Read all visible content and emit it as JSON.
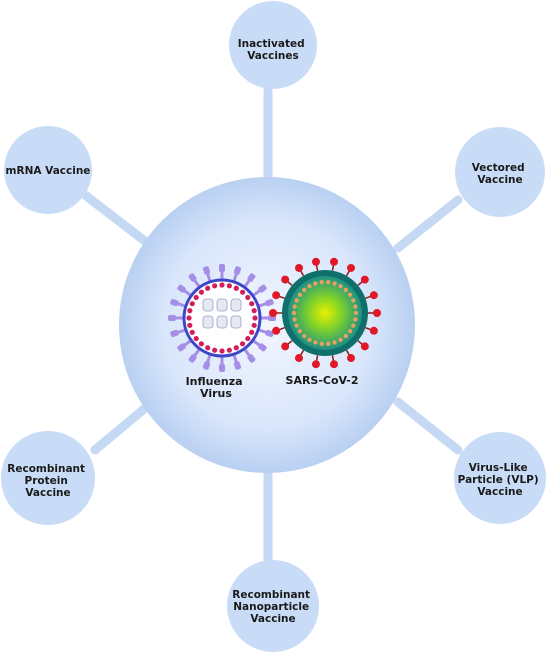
{
  "hub": {
    "viruses": [
      {
        "id": "influenza",
        "label_lines": [
          "Influenza",
          "Virus"
        ]
      },
      {
        "id": "sars-cov-2",
        "label_lines": [
          "SARS-CoV-2"
        ]
      }
    ]
  },
  "nodes": [
    {
      "id": "inactivated",
      "label_lines": [
        "Inactivated",
        "Vaccines"
      ]
    },
    {
      "id": "vectored",
      "label_lines": [
        "Vectored",
        "Vaccine"
      ]
    },
    {
      "id": "vlp",
      "label_lines": [
        "Virus-Like",
        "Particle (VLP)",
        "Vaccine"
      ]
    },
    {
      "id": "nanoparticle",
      "label_lines": [
        "Recombinant",
        "Nanoparticle",
        "Vaccine"
      ]
    },
    {
      "id": "protein",
      "label_lines": [
        "Recombinant",
        "Protein",
        "Vaccine"
      ]
    },
    {
      "id": "mrna",
      "label_lines": [
        "mRNA Vaccine"
      ]
    }
  ],
  "colors": {
    "node_fill": "#c9dcf7",
    "connector": "#c6d9f4",
    "hub_center": "#f2f6fe",
    "hub_edge": "#b9d0f2",
    "influenza_spikes": "#a58fe6",
    "influenza_membrane": "#3c46c8",
    "influenza_beads": "#d21e5a",
    "sars_shell": "#1d8f86",
    "sars_core": "#e8f000",
    "sars_spikes": "#e01828",
    "sars_beads": "#e6a060"
  }
}
